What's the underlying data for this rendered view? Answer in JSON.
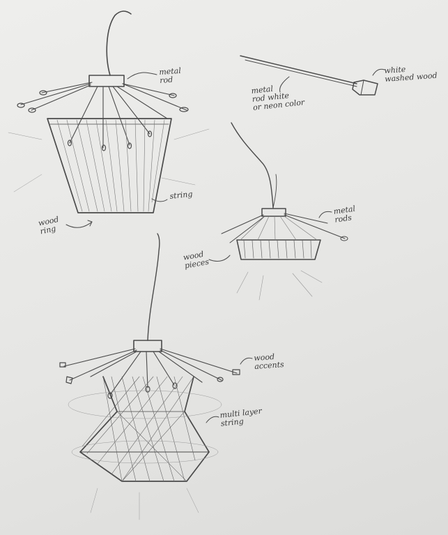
{
  "annotations": {
    "metal_rod": "metal\nrod",
    "string_top": "string",
    "wood_ring": "wood\nring",
    "metal_rod_white": "metal\nrod white\nor neon color",
    "white_washed_wood": "white\nwashed wood",
    "metal_rods": "metal\nrods",
    "wood_pieces": "wood\npieces",
    "wood_accents": "wood\naccents",
    "multi_layer_string": "multi layer\nstring"
  },
  "colors": {
    "paper": "#ebebe9",
    "pencil": "#4a4a4a"
  }
}
